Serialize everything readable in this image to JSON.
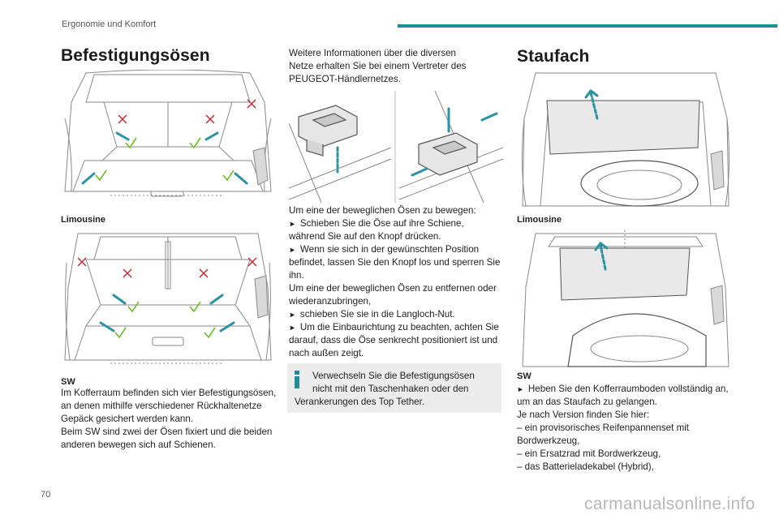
{
  "header": {
    "section_title": "Ergonomie und Komfort",
    "accent_color": "#1e8d9b"
  },
  "col1": {
    "heading": "Befestigungsösen",
    "caption_limousine": "Limousine",
    "caption_sw": "SW",
    "body_lines": [
      "Im Kofferraum befinden sich vier Befestigungsösen,",
      "an denen mithilfe verschiedener Rückhaltenetze",
      "Gepäck gesichert werden kann.",
      "Beim SW sind zwei der Ösen fixiert und die beiden",
      "anderen bewegen sich auf Schienen."
    ]
  },
  "col2": {
    "intro_lines": [
      "Weitere Informationen über die diversen",
      "Netze erhalten Sie bei einem Vertreter des",
      "PEUGEOT-Händlernetzes."
    ],
    "instruction_lines": [
      "Um eine der beweglichen Ösen zu bewegen:",
      "Schieben Sie die Öse auf ihre Schiene,",
      "während Sie auf den Knopf drücken.",
      "Wenn sie sich in der gewünschten Position",
      "befindet, lassen Sie den Knopf los und sperren Sie",
      "ihn.",
      "Um eine der beweglichen Ösen zu entfernen oder",
      "wiederanzubringen,",
      "schieben Sie sie in die Langloch-Nut.",
      "Um die Einbaurichtung zu beachten, achten Sie",
      "darauf, dass die Öse senkrecht positioniert ist und",
      "nach außen zeigt."
    ],
    "note_lines": [
      "Verwechseln Sie die Befestigungsösen",
      "nicht mit den Taschenhaken oder den",
      "Verankerungen des Top Tether."
    ]
  },
  "col3": {
    "heading": "Staufach",
    "caption_limousine": "Limousine",
    "caption_sw": "SW",
    "body_lines": [
      "Heben Sie den Kofferraumboden vollständig an,",
      "um an das Staufach zu gelangen.",
      "Je nach Version finden Sie hier:",
      "–  ein provisorisches Reifenpannenset mit",
      "Bordwerkzeug,",
      "–  ein Ersatzrad mit Bordwerkzeug,",
      "–  das Batterieladekabel (Hybrid),"
    ]
  },
  "footer": {
    "page_number": "70",
    "watermark": "carmanualsonline.info"
  },
  "icons": {
    "note": "info-icon",
    "marks": [
      "check-icon",
      "cross-icon",
      "arrow-icon"
    ]
  }
}
